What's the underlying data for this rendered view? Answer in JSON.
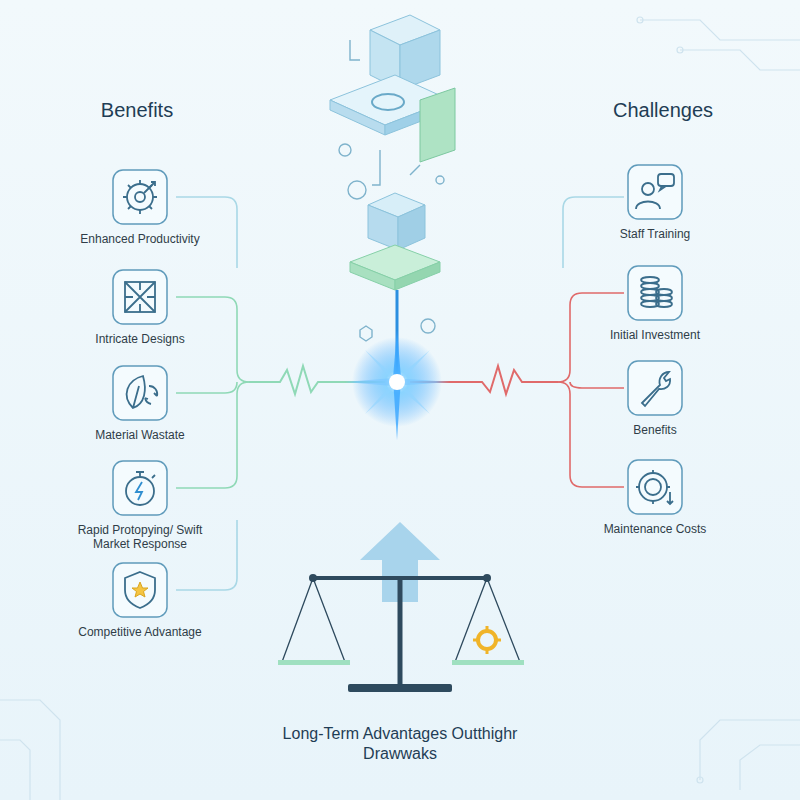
{
  "diagram": {
    "caption": "Long-Term Advantages Outthighr Drawwaks",
    "nodes": [
      {
        "text": [
          "Enhanced Productivity"
        ]
      },
      {
        "text": [
          "Intricate Designs"
        ]
      },
      {
        "text": [
          "Material Wastate"
        ]
      },
      {
        "text": [
          "Rapid Protopying/ Swift Market Response"
        ]
      },
      {
        "text": [
          "Competitive Advantage"
        ]
      },
      {
        "text": [
          "Staff Training"
        ]
      },
      {
        "text": [
          "Initial Investment"
        ]
      },
      {
        "text": [
          "Benefits"
        ]
      },
      {
        "text": [
          "Maintenance Costs"
        ]
      }
    ],
    "labels": [
      "Benefits",
      "Challenges"
    ]
  }
}
